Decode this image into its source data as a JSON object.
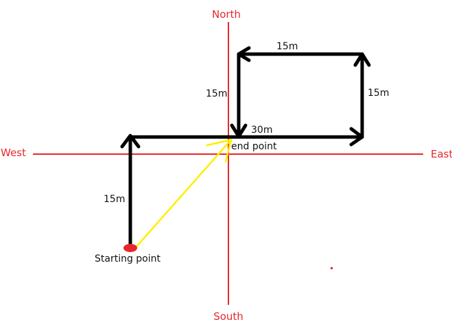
{
  "compass": {
    "north": "North",
    "south": "South",
    "east": "East",
    "west": "West"
  },
  "segments": {
    "first_north": "15m",
    "top_west": "15m",
    "left_north": "15m",
    "right_south": "15m",
    "bottom_east": "30m"
  },
  "points": {
    "start": "Starting point",
    "end": "end point"
  },
  "colors": {
    "axis": "#e8262c",
    "path": "#000000",
    "displacement": "#ffee00",
    "start_marker": "#e8262c"
  }
}
